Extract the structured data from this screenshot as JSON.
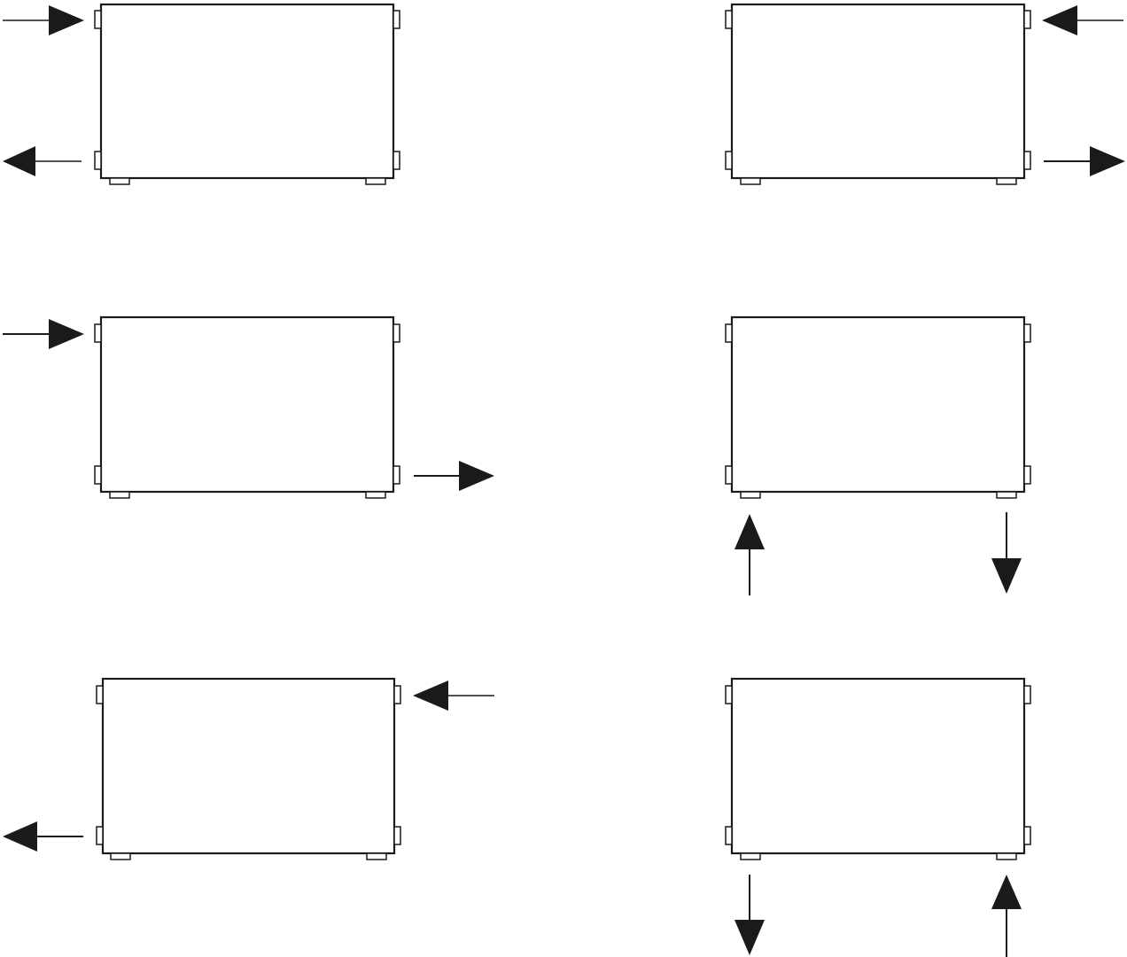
{
  "colors": {
    "line": "#1a1a1a",
    "fill": "#ffffff"
  },
  "panels": [
    {
      "id": "top-left",
      "flows": [
        {
          "port": "upper-left",
          "direction": "in"
        },
        {
          "port": "lower-left",
          "direction": "out"
        }
      ]
    },
    {
      "id": "top-right",
      "flows": [
        {
          "port": "upper-right",
          "direction": "in"
        },
        {
          "port": "lower-right",
          "direction": "out"
        }
      ]
    },
    {
      "id": "middle-left",
      "flows": [
        {
          "port": "upper-left",
          "direction": "in"
        },
        {
          "port": "lower-right",
          "direction": "out"
        }
      ]
    },
    {
      "id": "middle-right",
      "flows": [
        {
          "port": "bottom-left",
          "direction": "in"
        },
        {
          "port": "bottom-right",
          "direction": "out"
        }
      ]
    },
    {
      "id": "bottom-left",
      "flows": [
        {
          "port": "upper-right",
          "direction": "in"
        },
        {
          "port": "lower-left",
          "direction": "out"
        }
      ]
    },
    {
      "id": "bottom-right",
      "flows": [
        {
          "port": "bottom-right",
          "direction": "in"
        },
        {
          "port": "bottom-left",
          "direction": "out"
        }
      ]
    }
  ]
}
